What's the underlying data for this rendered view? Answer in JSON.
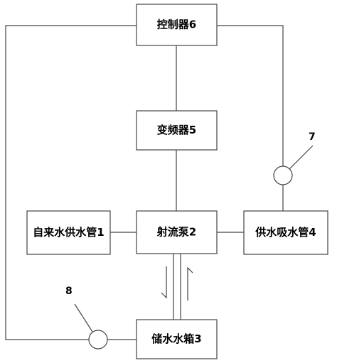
{
  "diagram": {
    "nodes": {
      "controller": "控制器6",
      "inverter": "变频器5",
      "tap_water_pipe": "自来水供水管1",
      "jet_pump": "射流泵2",
      "suction_pipe": "供水吸水管4",
      "storage_tank": "储水水箱3"
    },
    "callouts": {
      "sensor_7": "7",
      "sensor_8": "8"
    }
  }
}
